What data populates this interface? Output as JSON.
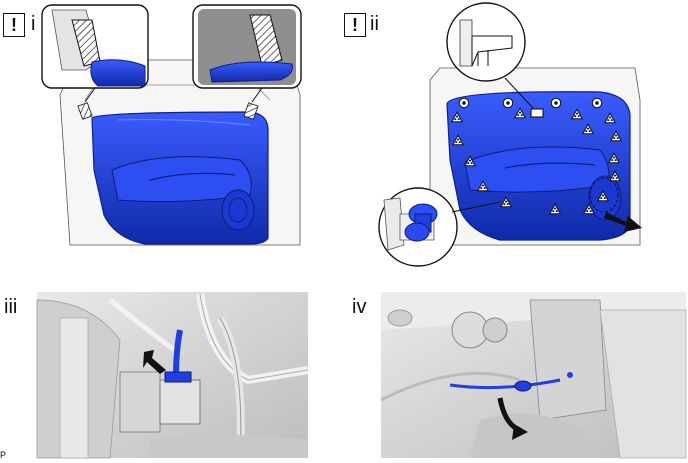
{
  "steps": [
    {
      "id": "i",
      "warning_symbol": "!",
      "label": "i"
    },
    {
      "id": "ii",
      "warning_symbol": "!",
      "label": "ii"
    },
    {
      "id": "iii",
      "label": "iii"
    },
    {
      "id": "iv",
      "label": "iv"
    }
  ],
  "reference_code": "P",
  "colors": {
    "trim_blue": "#1f3fe0",
    "trim_blue_dark": "#0c1f8a",
    "line": "#1a1a1a",
    "photo_gray": "#d9d9d9"
  },
  "icons": {
    "clip_triangle": "clip-triangle-icon",
    "clip_circle": "clip-circle-icon",
    "clip_rect": "clip-rect-icon",
    "pull_arrow": "pull-arrow-icon",
    "pointer_arrow": "pointer-arrow-icon"
  }
}
